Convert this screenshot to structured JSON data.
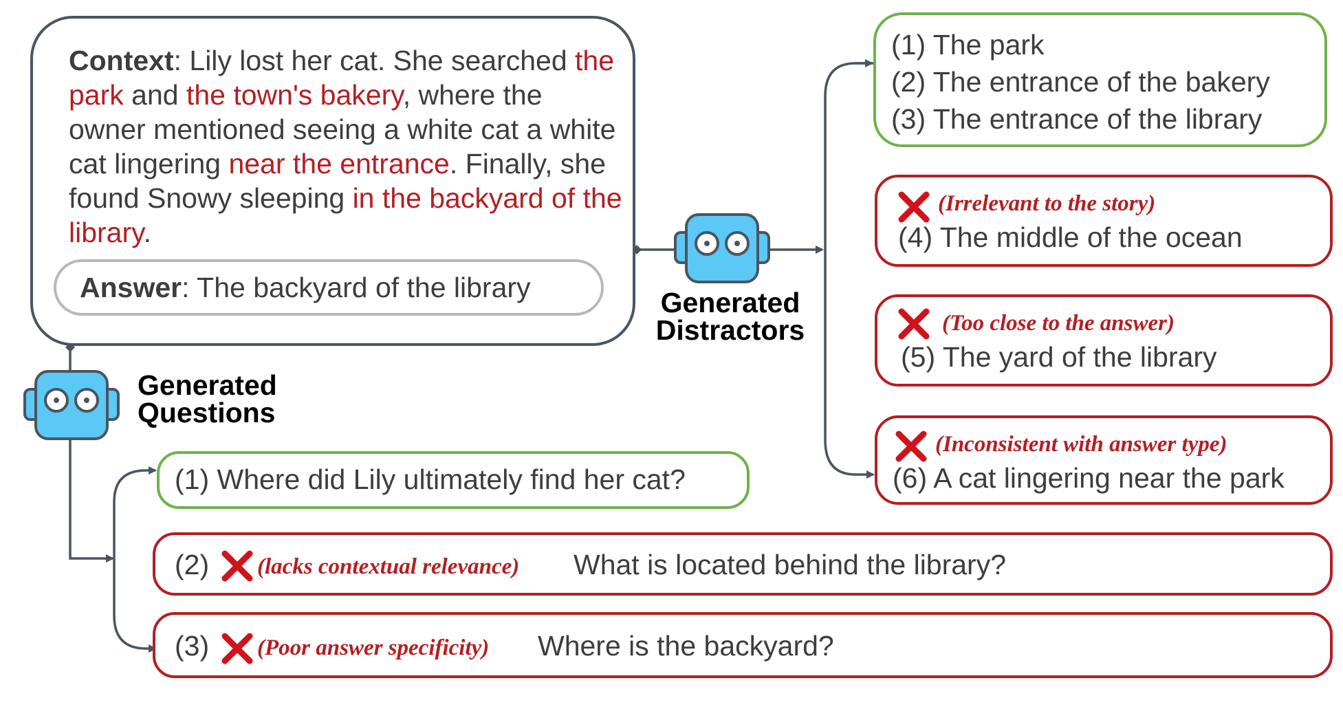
{
  "context": {
    "label": "Context",
    "segments": [
      {
        "text": ": Lily lost her cat. She searched ",
        "highlight": false
      },
      {
        "text": "the park",
        "highlight": true
      },
      {
        "text": " and ",
        "highlight": false
      },
      {
        "text": "the town's bakery",
        "highlight": true
      },
      {
        "text": ", where the owner mentioned seeing a white cat a white cat lingering ",
        "highlight": false
      },
      {
        "text": "near the entrance",
        "highlight": true
      },
      {
        "text": ". Finally, she found Snowy sleeping ",
        "highlight": false
      },
      {
        "text": "in the backyard of the library",
        "highlight": true
      },
      {
        "text": ".",
        "highlight": false
      }
    ],
    "answer_label": "Answer",
    "answer_text": ": The backyard of the library"
  },
  "distractors": {
    "label_line1": "Generated",
    "label_line2": "Distractors",
    "accepted": [
      "(1) The park",
      "(2) The entrance of the bakery",
      "(3) The entrance of the library"
    ],
    "rejected": [
      {
        "reason": "(Irrelevant to the story)",
        "text": "(4) The middle of the ocean"
      },
      {
        "reason": "(Too close to the answer)",
        "text": "(5) The yard of the library"
      },
      {
        "reason": "(Inconsistent with answer type)",
        "text": "(6) A cat lingering near the park"
      }
    ]
  },
  "questions": {
    "label_line1": "Generated",
    "label_line2": "Questions",
    "accepted": {
      "text": "(1) Where did Lily ultimately find her cat?"
    },
    "rejected": [
      {
        "num": "(2)",
        "reason": "(lacks contextual relevance)",
        "text": "What is located behind the library?"
      },
      {
        "num": "(3)",
        "reason": "(Poor answer specificity)",
        "text": "Where is the backyard?"
      }
    ]
  },
  "colors": {
    "accept": "#71b14b",
    "reject": "#b51e22",
    "robot": "#5bc8f5",
    "line": "#4a5560"
  },
  "icons": {
    "robot": "robot-icon",
    "reject": "cross-mark-icon"
  }
}
